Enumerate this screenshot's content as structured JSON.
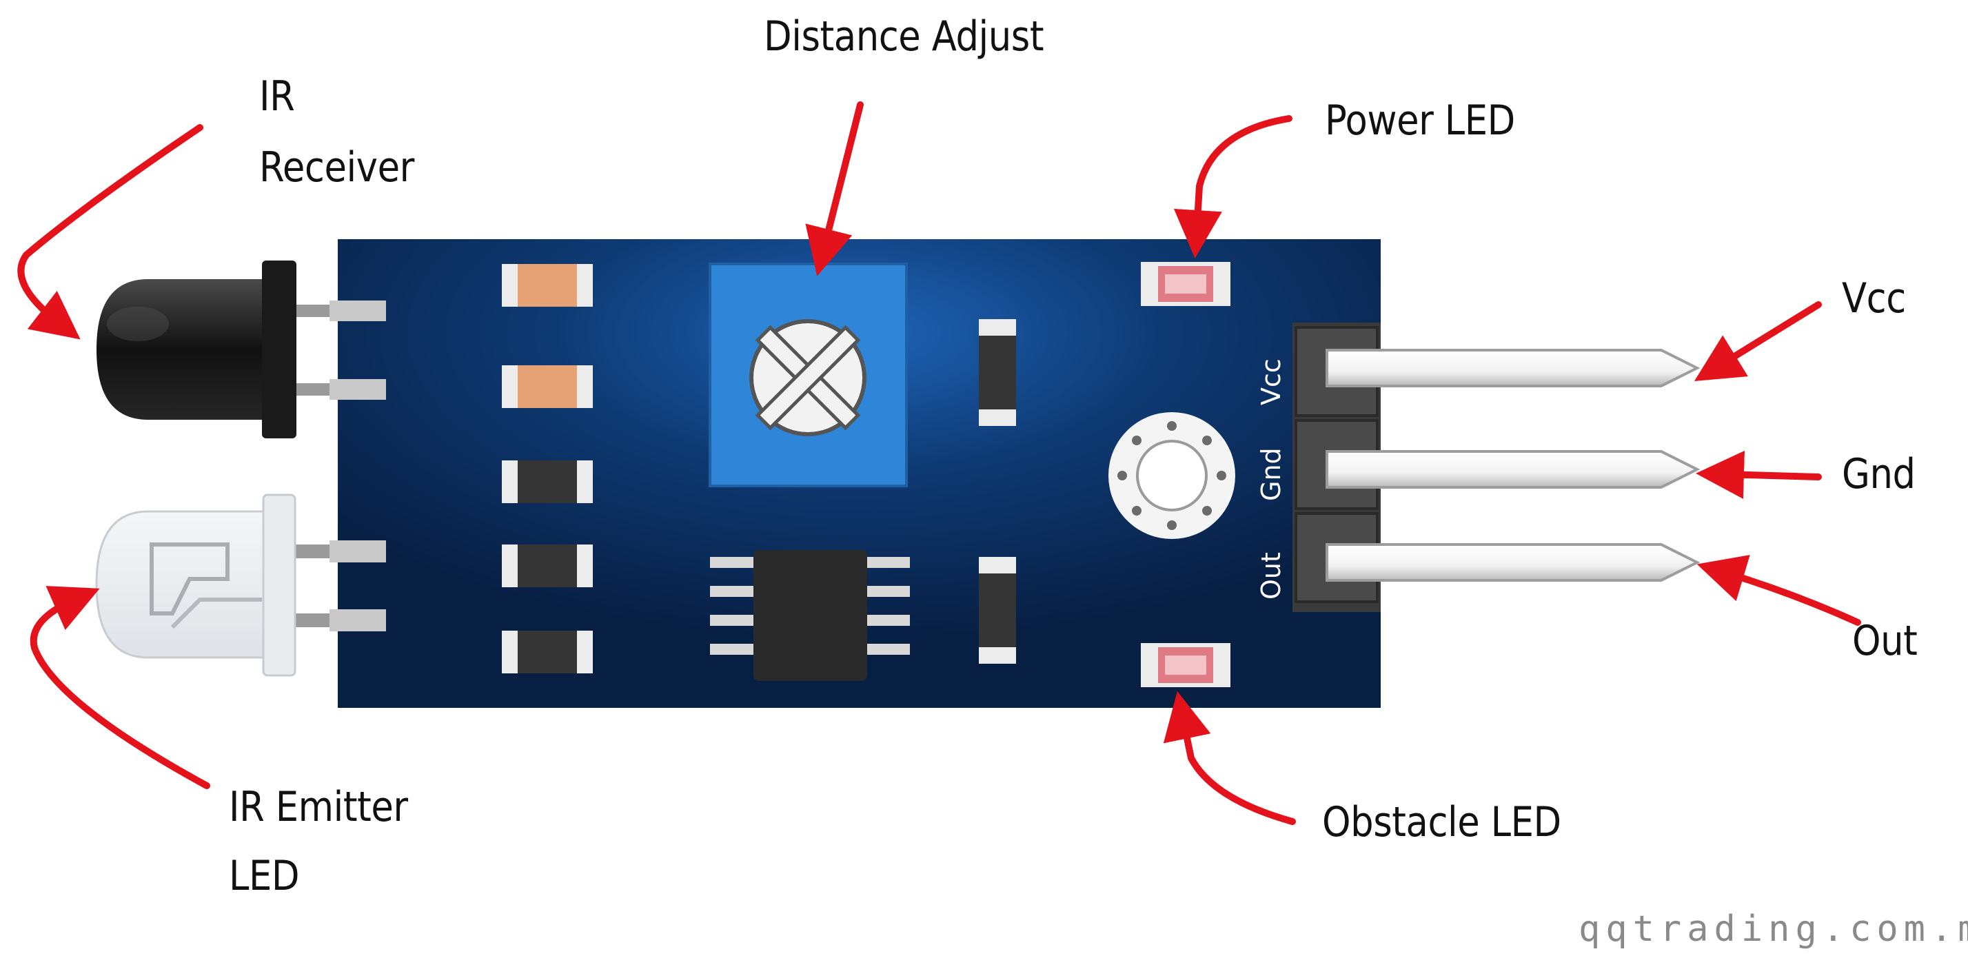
{
  "labels": {
    "distance_adjust": "Distance Adjust",
    "ir_receiver_line1": "IR",
    "ir_receiver_line2": "Receiver",
    "power_led": "Power LED",
    "vcc": "Vcc",
    "gnd": "Gnd",
    "out": "Out",
    "ir_emitter_line1": "IR Emitter",
    "ir_emitter_line2": "LED",
    "obstacle_led": "Obstacle LED"
  },
  "pin_labels": {
    "vcc": "Vcc",
    "gnd": "Gnd",
    "out": "Out"
  },
  "watermark": "qqtrading.com.my",
  "colors": {
    "pcb": "#0a2a55",
    "pcb_glow": "#1d5fae",
    "arrow": "#e3121b",
    "potentiometer": "#2f86d8",
    "pin_metal": "#e8e8e8",
    "header": "#3a3a3a"
  }
}
